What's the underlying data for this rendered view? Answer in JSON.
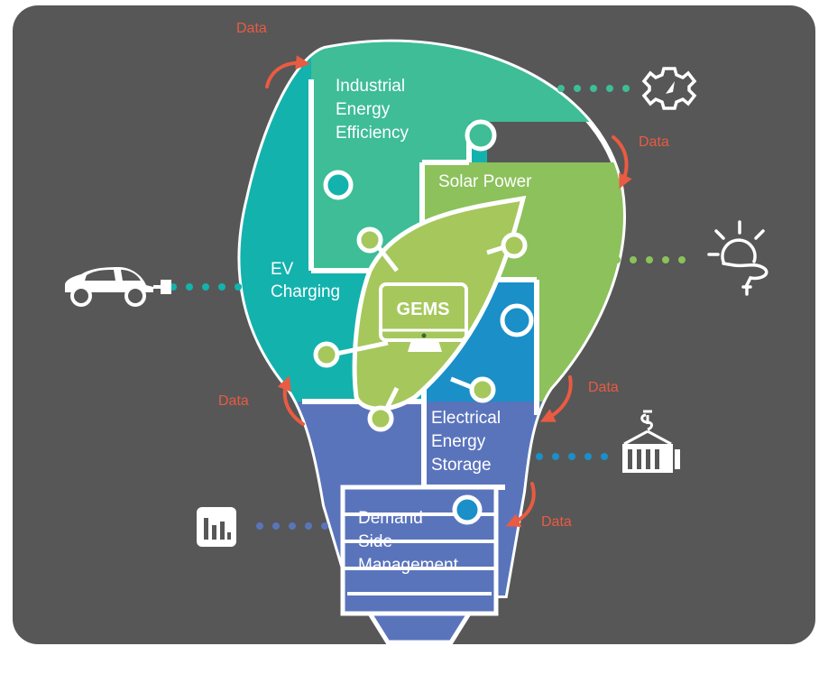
{
  "diagram": {
    "segments": {
      "industrial": {
        "lines": [
          "Industrial",
          "Energy",
          "Efficiency"
        ],
        "color": "#3ebd97"
      },
      "solar": {
        "lines": [
          "Solar Power"
        ],
        "color": "#8cc15c"
      },
      "ev": {
        "lines": [
          "EV",
          "Charging"
        ],
        "color": "#14b2ad"
      },
      "storage": {
        "lines": [
          "Electrical",
          "Energy",
          "Storage"
        ],
        "color": "#1a8fc8"
      },
      "demand": {
        "lines": [
          "Demand",
          "Side",
          "Management"
        ],
        "color": "#5a74bc"
      }
    },
    "center": {
      "label": "GEMS",
      "color": "#a6c75c"
    },
    "data_flow_label": "Data",
    "colors": {
      "background": "#575757",
      "accent": "#e95b42",
      "leaf": "#a6c75c"
    },
    "icons": [
      "car-icon",
      "gear-icon",
      "sun-bulb-icon",
      "container-icon",
      "bar-chart-icon"
    ]
  }
}
